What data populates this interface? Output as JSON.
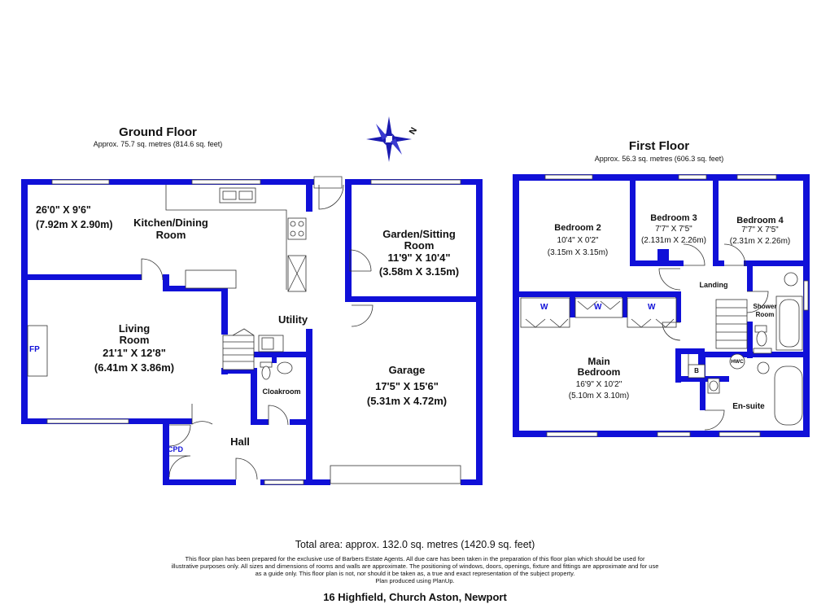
{
  "ground_floor": {
    "title": "Ground Floor",
    "area": "Approx. 75.7 sq. metres (814.6 sq. feet)",
    "rooms": {
      "kitchen": {
        "name_1": "Kitchen/Dining",
        "name_2": "Room",
        "dim_imperial": "26'0\" X 9'6\"",
        "dim_metric": "(7.92m X 2.90m)"
      },
      "garden": {
        "name_1": "Garden/Sitting",
        "name_2": "Room",
        "dim_imperial": "11'9\" X 10'4\"",
        "dim_metric": "(3.58m X 3.15m)"
      },
      "living": {
        "name_1": "Living",
        "name_2": "Room",
        "dim_imperial": "21'1\" X 12'8\"",
        "dim_metric": "(6.41m X 3.86m)"
      },
      "utility": {
        "name": "Utility"
      },
      "garage": {
        "name": "Garage",
        "dim_imperial": "17'5\" X 15'6\"",
        "dim_metric": "(5.31m X 4.72m)"
      },
      "cloakroom": {
        "name": "Cloakroom"
      },
      "hall": {
        "name": "Hall"
      },
      "cpd": {
        "name": "CPD"
      },
      "fp": {
        "name": "FP"
      }
    }
  },
  "first_floor": {
    "title": "First Floor",
    "area": "Approx. 56.3 sq. metres (606.3 sq. feet)",
    "rooms": {
      "bedroom2": {
        "name": "Bedroom 2",
        "dim_imperial": "10'4\" X 0'2\"",
        "dim_metric": "(3.15m X 3.15m)"
      },
      "bedroom3": {
        "name": "Bedroom 3",
        "dim_imperial": "7'7\" X 7'5\"",
        "dim_metric": "(2.131m X 2.26m)"
      },
      "bedroom4": {
        "name": "Bedroom 4",
        "dim_imperial": "7'7\" X 7'5\"",
        "dim_metric": "(2.31m X 2.26m)"
      },
      "landing": {
        "name": "Landing"
      },
      "shower": {
        "name_1": "Shower",
        "name_2": "Room"
      },
      "main": {
        "name_1": "Main",
        "name_2": "Bedroom",
        "dim_imperial": "16'9\" X 10'2\"",
        "dim_metric": "(5.10m X 3.10m)"
      },
      "ensuite": {
        "name": "En-suite"
      },
      "hwc": {
        "name": "HWC"
      },
      "boiler": {
        "name": "B"
      },
      "wardrobe": {
        "name": "W"
      }
    }
  },
  "compass": {
    "label": "N"
  },
  "footer": {
    "total_area": "Total area: approx. 132.0 sq. metres (1420.9 sq. feet)",
    "disclaimer_1": "This floor plan has been prepared for the exclusive use of Barbers Estate Agents. All due care has been taken in the preparation of this floor plan which should be used for",
    "disclaimer_2": "illustrative purposes only. All sizes and dimensions of rooms and walls are approximate. The positioning of windows, doors, openings, fixture and fittings are approximate and for use",
    "disclaimer_3": "as a guide only. This floor plan is not, nor should it be taken as, a true and exact representation of the subject property.",
    "disclaimer_4": "Plan produced using PlanUp.",
    "address": "16 Highfield, Church Aston, Newport"
  },
  "colors": {
    "wall": "#1010d8",
    "background": "#ffffff"
  }
}
